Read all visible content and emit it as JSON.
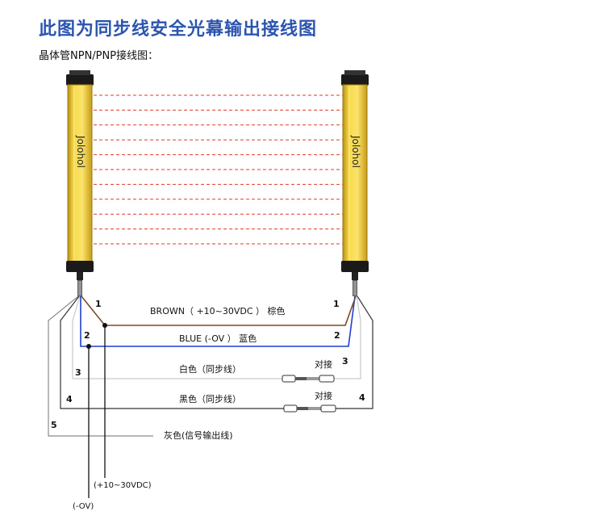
{
  "title": "此图为同步线安全光幕输出接线图",
  "subtitle": "晶体管NPN/PNP接线图：",
  "brand": "Jolohol",
  "colors": {
    "brown": "#7a4a2a",
    "blue": "#1f3fcf",
    "white_wire": "#c9c9c9",
    "black_wire": "#333333",
    "gray_wire": "#8a8a8a",
    "beam": "#e23a2a",
    "housing": "#f3d23e"
  },
  "wires": {
    "brown": {
      "label": "BROWN（ +10~30VDC ） 棕色",
      "num": "1"
    },
    "blue": {
      "label": "BLUE (-OV ） 蓝色",
      "num": "2"
    },
    "white": {
      "label": "白色（同步线）",
      "num": "3",
      "connect": "对接"
    },
    "black": {
      "label": "黑色（同步线）",
      "num": "4",
      "connect": "对接"
    },
    "gray": {
      "label": "灰色(信号输出线)",
      "num": "5"
    }
  },
  "terminals": {
    "plus": "(+10~30VDC)",
    "minus": "(-OV)"
  }
}
